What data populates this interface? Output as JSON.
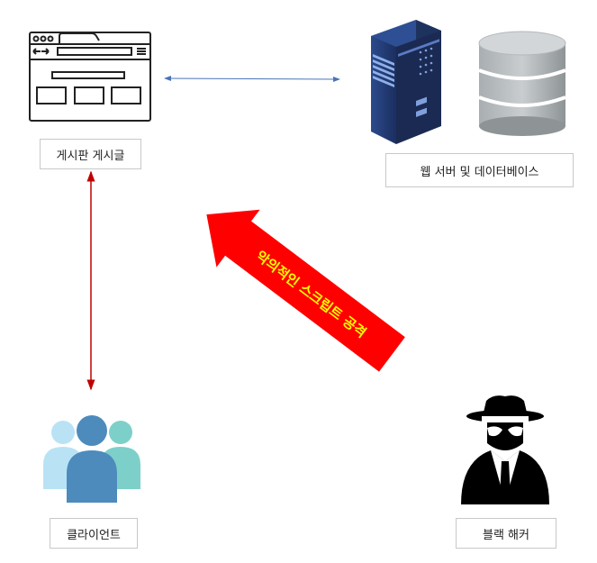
{
  "nodes": {
    "board": {
      "label": "게시판 게시글",
      "icon": "browser-window-icon"
    },
    "server": {
      "label": "웹 서버 및 데이터베이스",
      "icons": [
        "server-rack-icon",
        "database-icon"
      ]
    },
    "client": {
      "label": "클라이언트",
      "icon": "users-group-icon"
    },
    "hacker": {
      "label": "블랙 해커",
      "icon": "hacker-spy-icon"
    }
  },
  "attack_arrow": {
    "label": "악의적인 스크립트 공격",
    "color": "#ff0000",
    "text_color": "#ffff00"
  },
  "connections": [
    {
      "from": "board",
      "to": "server",
      "color": "#4a74b8"
    },
    {
      "from": "board",
      "to": "client",
      "color": "#c00000"
    }
  ]
}
